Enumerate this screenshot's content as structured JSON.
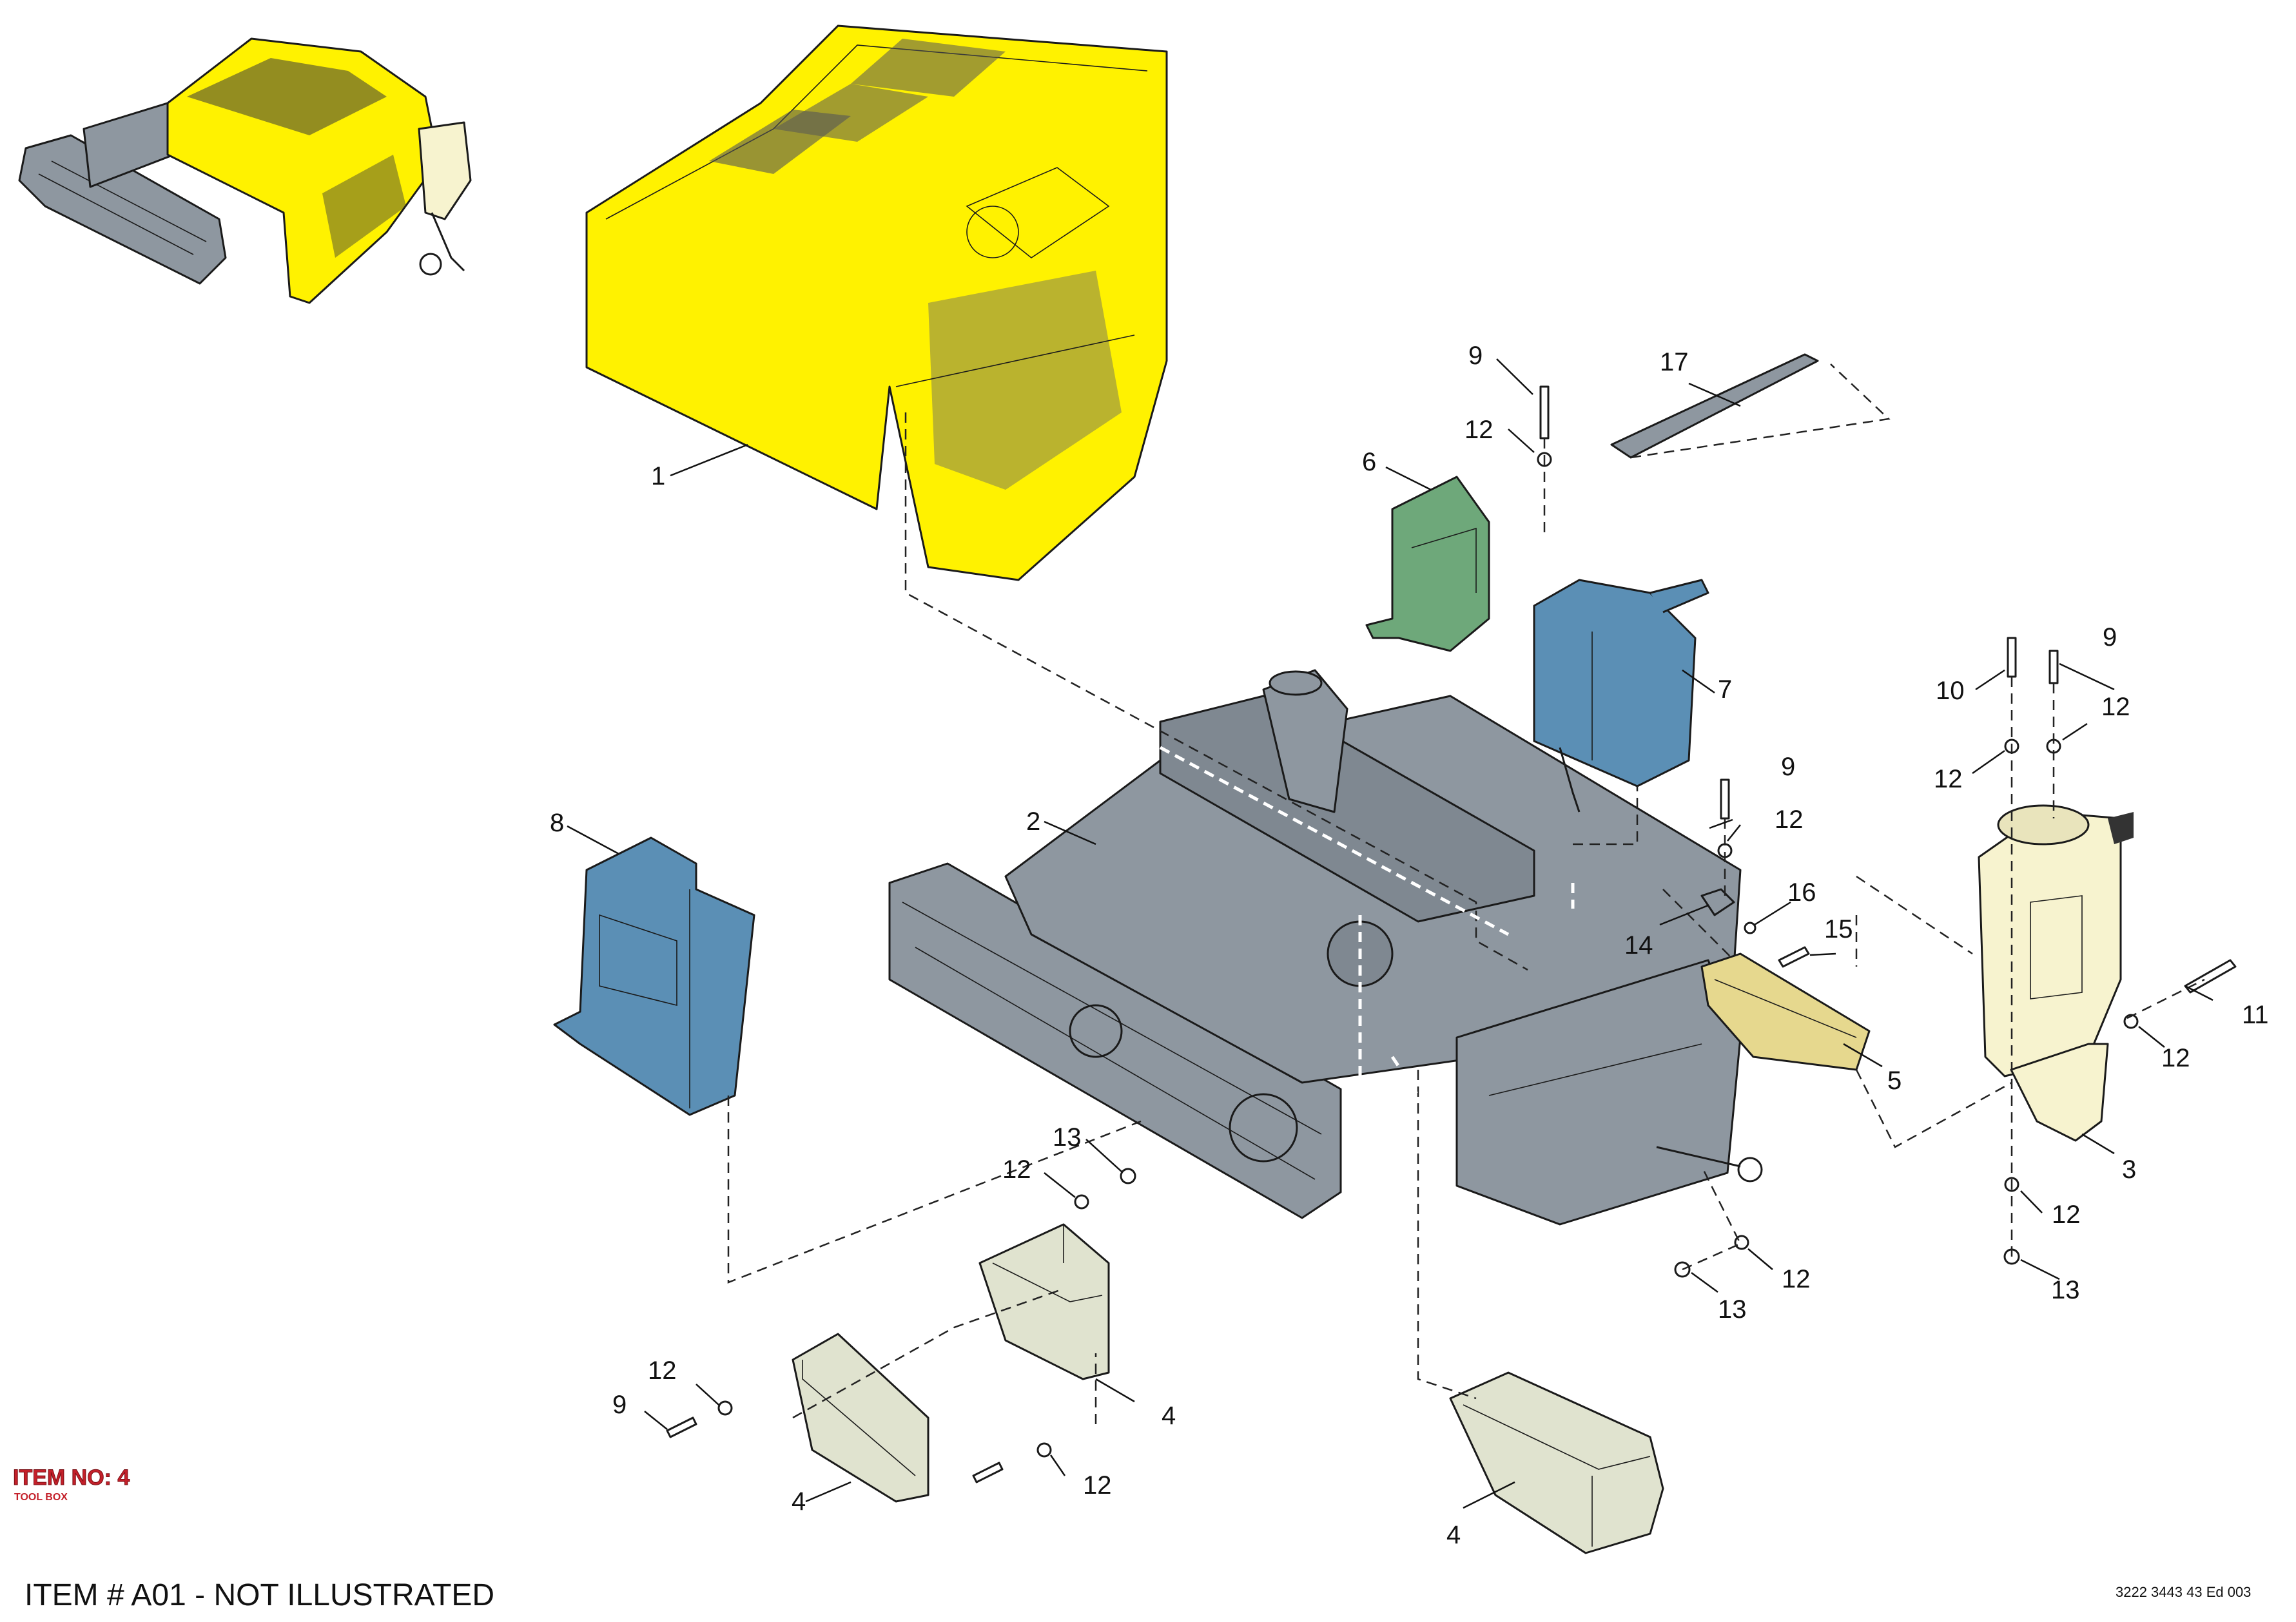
{
  "colors": {
    "canopy": "#fff200",
    "chassis": "#8e97a0",
    "cabinet_blue": "#5b8fb5",
    "mount_plate": "#6ea87a",
    "tool_box": "#e0e3cf",
    "tray": "#e6d88e",
    "mast": "#f7f3cf",
    "item_label": "#c4202a"
  },
  "parts": {
    "p1": "1",
    "p2": "2",
    "p3": "3",
    "p4a": "4",
    "p4b": "4",
    "p4c": "4",
    "p5": "5",
    "p6": "6",
    "p7": "7",
    "p8": "8",
    "p9a": "9",
    "p9b": "9",
    "p9c": "9",
    "p9d": "9",
    "p10": "10",
    "p11": "11",
    "p12a": "12",
    "p12b": "12",
    "p12c": "12",
    "p12d": "12",
    "p12e": "12",
    "p12f": "12",
    "p12g": "12",
    "p12h": "12",
    "p12i": "12",
    "p12j": "12",
    "p13a": "13",
    "p13b": "13",
    "p13c": "13",
    "p14": "14",
    "p15": "15",
    "p16": "16",
    "p17": "17"
  },
  "item_label": "ITEM NO: 4",
  "item_sublabel": "TOOL BOX",
  "note": "ITEM # A01 - NOT ILLUSTRATED",
  "doc_ref": "3222 3443 43 Ed 003"
}
